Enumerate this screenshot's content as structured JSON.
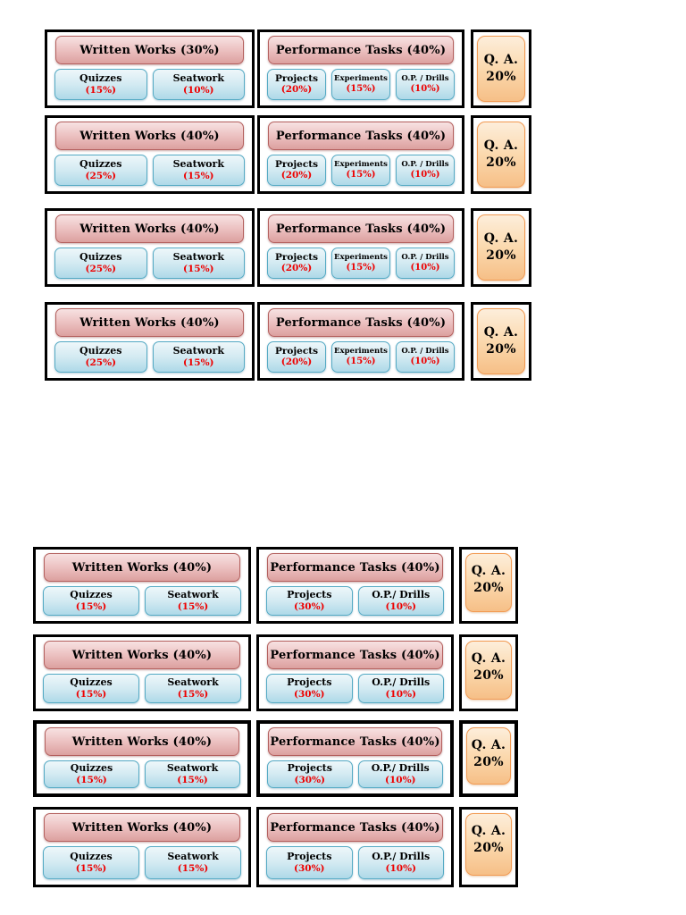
{
  "colors": {
    "panel_border": "#000000",
    "header_fill_top": "#f7e2e2",
    "header_fill_bottom": "#dca09f",
    "header_border": "#b4605e",
    "sub_fill_top": "#eef7fa",
    "sub_fill_bottom": "#aed9e8",
    "sub_border": "#55aac4",
    "qa_fill_top": "#fdeedb",
    "qa_fill_bottom": "#f6bf87",
    "qa_border": "#f29a52",
    "percent_text": "#ee0000"
  },
  "groups": [
    {
      "name": "top",
      "rows": [
        {
          "written_works": {
            "title": "Written Works (30%)",
            "items": [
              {
                "label": "Quizzes",
                "pct": "(15%)"
              },
              {
                "label": "Seatwork",
                "pct": "(10%)"
              }
            ]
          },
          "performance_tasks": {
            "title": "Performance Tasks (40%)",
            "items": [
              {
                "label": "Projects",
                "pct": "(20%)"
              },
              {
                "label": "Experiments",
                "pct": "(15%)"
              },
              {
                "label": "O.P. / Drills",
                "pct": "(10%)"
              }
            ]
          },
          "qa": {
            "line1": "Q. A.",
            "line2": "20%"
          }
        },
        {
          "written_works": {
            "title": "Written Works (40%)",
            "items": [
              {
                "label": "Quizzes",
                "pct": "(25%)"
              },
              {
                "label": "Seatwork",
                "pct": "(15%)"
              }
            ]
          },
          "performance_tasks": {
            "title": "Performance Tasks (40%)",
            "items": [
              {
                "label": "Projects",
                "pct": "(20%)"
              },
              {
                "label": "Experiments",
                "pct": "(15%)"
              },
              {
                "label": "O.P. / Drills",
                "pct": "(10%)"
              }
            ]
          },
          "qa": {
            "line1": "Q. A.",
            "line2": "20%"
          }
        },
        {
          "written_works": {
            "title": "Written Works (40%)",
            "items": [
              {
                "label": "Quizzes",
                "pct": "(25%)"
              },
              {
                "label": "Seatwork",
                "pct": "(15%)"
              }
            ]
          },
          "performance_tasks": {
            "title": "Performance Tasks (40%)",
            "items": [
              {
                "label": "Projects",
                "pct": "(20%)"
              },
              {
                "label": "Experiments",
                "pct": "(15%)"
              },
              {
                "label": "O.P. / Drills",
                "pct": "(10%)"
              }
            ]
          },
          "qa": {
            "line1": "Q. A.",
            "line2": "20%"
          }
        },
        {
          "written_works": {
            "title": "Written Works (40%)",
            "items": [
              {
                "label": "Quizzes",
                "pct": "(25%)"
              },
              {
                "label": "Seatwork",
                "pct": "(15%)"
              }
            ]
          },
          "performance_tasks": {
            "title": "Performance Tasks (40%)",
            "items": [
              {
                "label": "Projects",
                "pct": "(20%)"
              },
              {
                "label": "Experiments",
                "pct": "(15%)"
              },
              {
                "label": "O.P. / Drills",
                "pct": "(10%)"
              }
            ]
          },
          "qa": {
            "line1": "Q. A.",
            "line2": "20%"
          }
        }
      ]
    },
    {
      "name": "bottom",
      "rows": [
        {
          "written_works": {
            "title": "Written Works (40%)",
            "items": [
              {
                "label": "Quizzes",
                "pct": "(15%)"
              },
              {
                "label": "Seatwork",
                "pct": "(15%)"
              }
            ]
          },
          "performance_tasks": {
            "title": "Performance Tasks (40%)",
            "items": [
              {
                "label": "Projects",
                "pct": "(30%)"
              },
              {
                "label": "O.P./ Drills",
                "pct": "(10%)"
              }
            ]
          },
          "qa": {
            "line1": "Q. A.",
            "line2": "20%"
          }
        },
        {
          "written_works": {
            "title": "Written Works (40%)",
            "items": [
              {
                "label": "Quizzes",
                "pct": "(15%)"
              },
              {
                "label": "Seatwork",
                "pct": "(15%)"
              }
            ]
          },
          "performance_tasks": {
            "title": "Performance Tasks (40%)",
            "items": [
              {
                "label": "Projects",
                "pct": "(30%)"
              },
              {
                "label": "O.P./ Drills",
                "pct": "(10%)"
              }
            ]
          },
          "qa": {
            "line1": "Q. A.",
            "line2": "20%"
          }
        },
        {
          "written_works": {
            "title": "Written Works (40%)",
            "items": [
              {
                "label": "Quizzes",
                "pct": "(15%)"
              },
              {
                "label": "Seatwork",
                "pct": "(15%)"
              }
            ]
          },
          "performance_tasks": {
            "title": "Performance Tasks (40%)",
            "items": [
              {
                "label": "Projects",
                "pct": "(30%)"
              },
              {
                "label": "O.P./ Drills",
                "pct": "(10%)"
              }
            ]
          },
          "qa": {
            "line1": "Q. A.",
            "line2": "20%"
          }
        },
        {
          "written_works": {
            "title": "Written Works (40%)",
            "items": [
              {
                "label": "Quizzes",
                "pct": "(15%)"
              },
              {
                "label": "Seatwork",
                "pct": "(15%)"
              }
            ]
          },
          "performance_tasks": {
            "title": "Performance Tasks (40%)",
            "items": [
              {
                "label": "Projects",
                "pct": "(30%)"
              },
              {
                "label": "O.P./ Drills",
                "pct": "(10%)"
              }
            ]
          },
          "qa": {
            "line1": "Q. A.",
            "line2": "20%"
          }
        }
      ]
    }
  ]
}
